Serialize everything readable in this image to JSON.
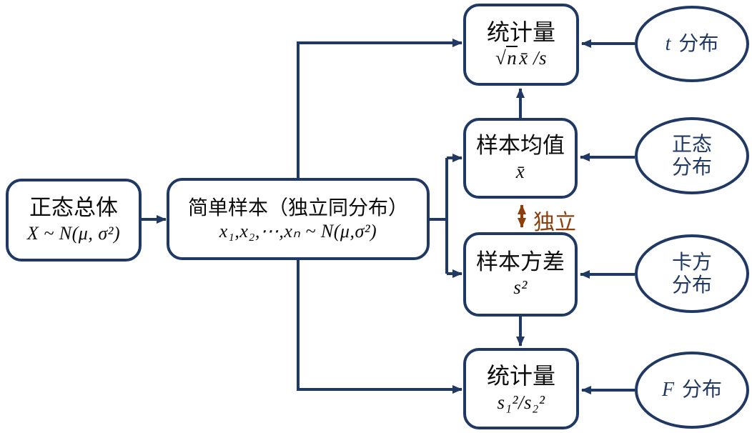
{
  "colors": {
    "navy": "#1f3864",
    "brown": "#8c3e0c",
    "text": "#0d0d0d",
    "background": "#ffffff"
  },
  "diagram": {
    "population": {
      "title": "正态总体",
      "formula": "X ~ N(μ, σ²)"
    },
    "sample": {
      "title": "简单样本（独立同分布）",
      "formula": "x₁,x₂,⋯,xₙ ~ N(μ,σ²)"
    },
    "t_statistic": {
      "title": "统计量",
      "formula_radical": "√",
      "formula_radicand": "n",
      "formula_rest": "x̄ /s"
    },
    "sample_mean": {
      "title": "样本均值",
      "formula": "x̄"
    },
    "sample_variance": {
      "title": "样本方差",
      "formula": "s²"
    },
    "f_statistic": {
      "title": "统计量",
      "formula": "s₁²/s₂²"
    },
    "t_distribution": {
      "label_math": "t",
      "label": "分布"
    },
    "normal_distribution": {
      "line1": "正态",
      "line2": "分布"
    },
    "chi_square_distribution": {
      "line1": "卡方",
      "line2": "分布"
    },
    "f_distribution": {
      "label_math": "F",
      "label": "分布"
    },
    "independence_label": "独立"
  }
}
